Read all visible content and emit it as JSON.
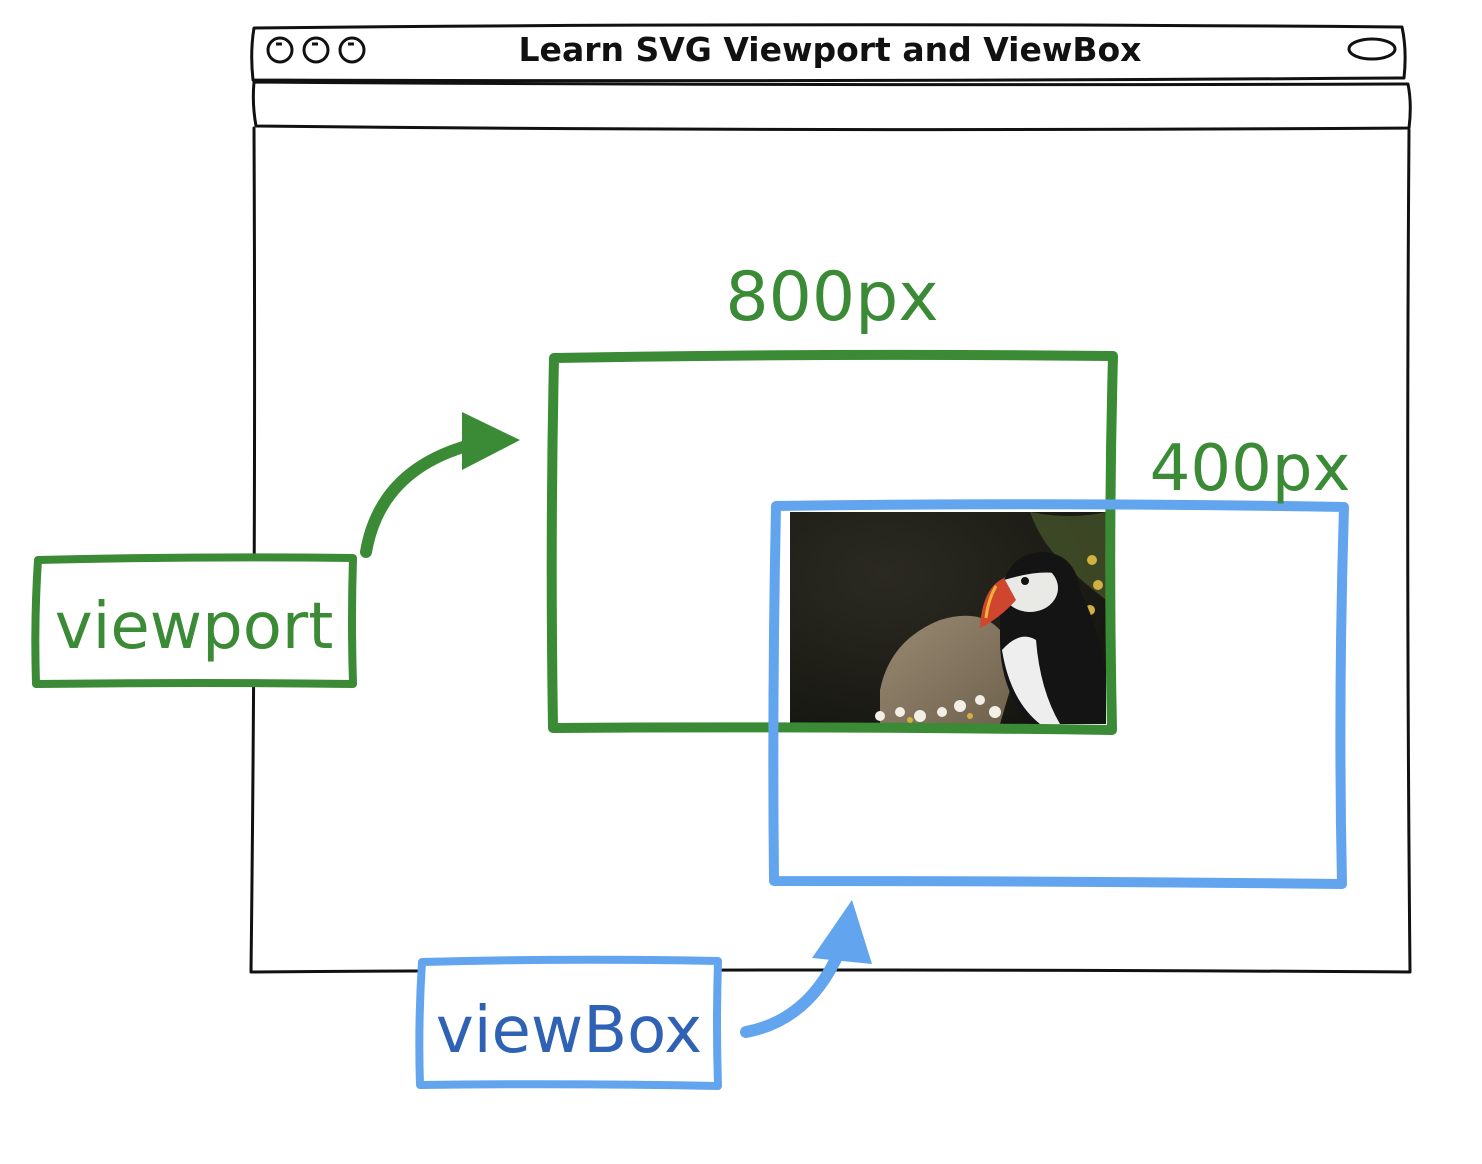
{
  "window": {
    "title": "Learn SVG Viewport and ViewBox"
  },
  "viewport": {
    "label": "viewport",
    "width_label": "800px",
    "color": "#3a8a36"
  },
  "viewbox": {
    "label": "viewBox",
    "width_label": "400px",
    "color": "#62a5ee",
    "text_color": "#2f62b5"
  },
  "image": {
    "subject": "puffin-photo"
  },
  "icons": {
    "window_controls": [
      "window-control-icon",
      "window-control-icon",
      "window-control-icon"
    ],
    "arrows": [
      "arrow-icon",
      "arrow-icon"
    ]
  }
}
